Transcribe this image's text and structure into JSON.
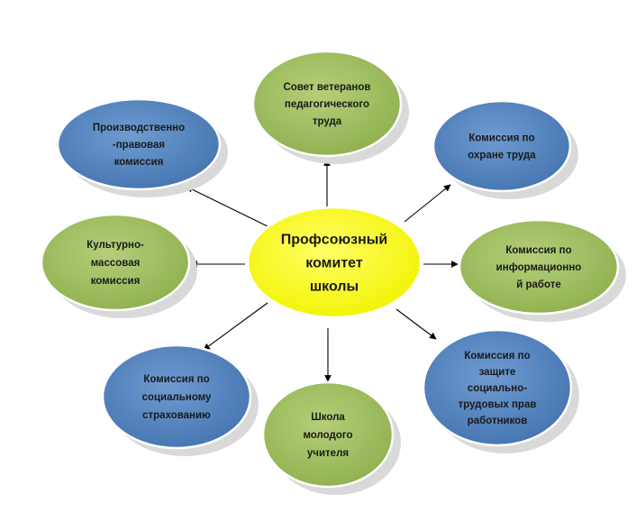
{
  "colors": {
    "green": "#9bbb59",
    "green_light": "#b5cf79",
    "blue": "#4f81bd",
    "blue_light": "#6f9bd0",
    "yellow": "#ffff00",
    "shadow": "#d9d9d9",
    "stroke": "#ffffff",
    "arrow": "#000000"
  },
  "center": {
    "lines": [
      "Профсоюзный",
      "комитет",
      "школы"
    ]
  },
  "nodes": [
    {
      "id": "veterans",
      "color": "green",
      "lines": [
        "Совет ветеранов",
        "педагогического",
        "труда"
      ]
    },
    {
      "id": "labor-protection",
      "color": "blue",
      "lines": [
        "Комиссия по",
        "охране труда"
      ]
    },
    {
      "id": "info-work",
      "color": "green",
      "lines": [
        "Комиссия по",
        "информационно",
        "й работе"
      ]
    },
    {
      "id": "rights-protection",
      "color": "blue",
      "lines": [
        "Комиссия по",
        "защите",
        "социально-",
        "трудовых прав",
        "работников"
      ]
    },
    {
      "id": "young-teacher",
      "color": "green",
      "lines": [
        "Школа",
        "молодого",
        "учителя"
      ]
    },
    {
      "id": "social-insurance",
      "color": "blue",
      "lines": [
        "Комиссия по",
        "социальному",
        "страхованию"
      ]
    },
    {
      "id": "cultural",
      "color": "green",
      "lines": [
        "Культурно-",
        "массовая",
        "комиссия"
      ]
    },
    {
      "id": "production-legal",
      "color": "blue",
      "lines": [
        "Производственно",
        "-правовая",
        "комиссия"
      ]
    }
  ]
}
